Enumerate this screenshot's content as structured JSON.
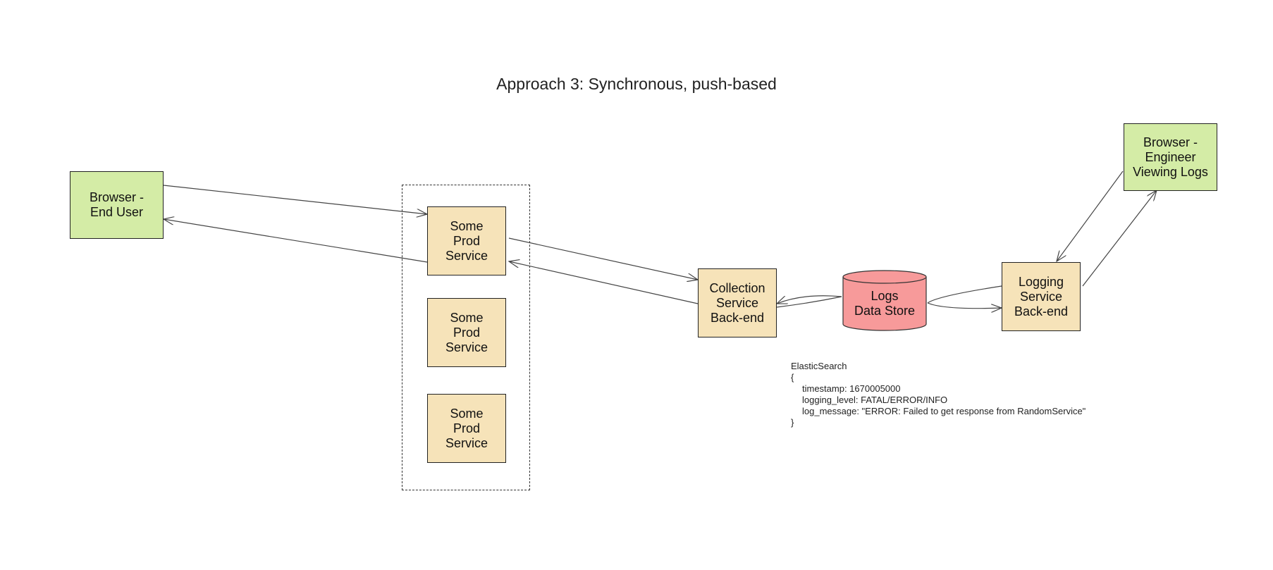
{
  "title": "Approach 3: Synchronous, push-based",
  "nodes": {
    "browser_end_user": "Browser -\nEnd User",
    "prod_service_1": "Some\nProd\nService",
    "prod_service_2": "Some\nProd\nService",
    "prod_service_3": "Some\nProd\nService",
    "collection_service": "Collection\nService\nBack-end",
    "logs_data_store": "Logs\nData Store",
    "logging_service": "Logging\nService\nBack-end",
    "browser_engineer": "Browser -\nEngineer\nViewing Logs"
  },
  "colors": {
    "browser_fill": "#d4eca6",
    "service_fill": "#f6e3b9",
    "datastore_fill": "#f79a9a"
  },
  "note": {
    "heading": "ElasticSearch",
    "open": "{",
    "lines": [
      "timestamp: 1670005000",
      "logging_level: FATAL/ERROR/INFO",
      "log_message: \"ERROR: Failed to get response from RandomService\""
    ],
    "close": "}"
  }
}
